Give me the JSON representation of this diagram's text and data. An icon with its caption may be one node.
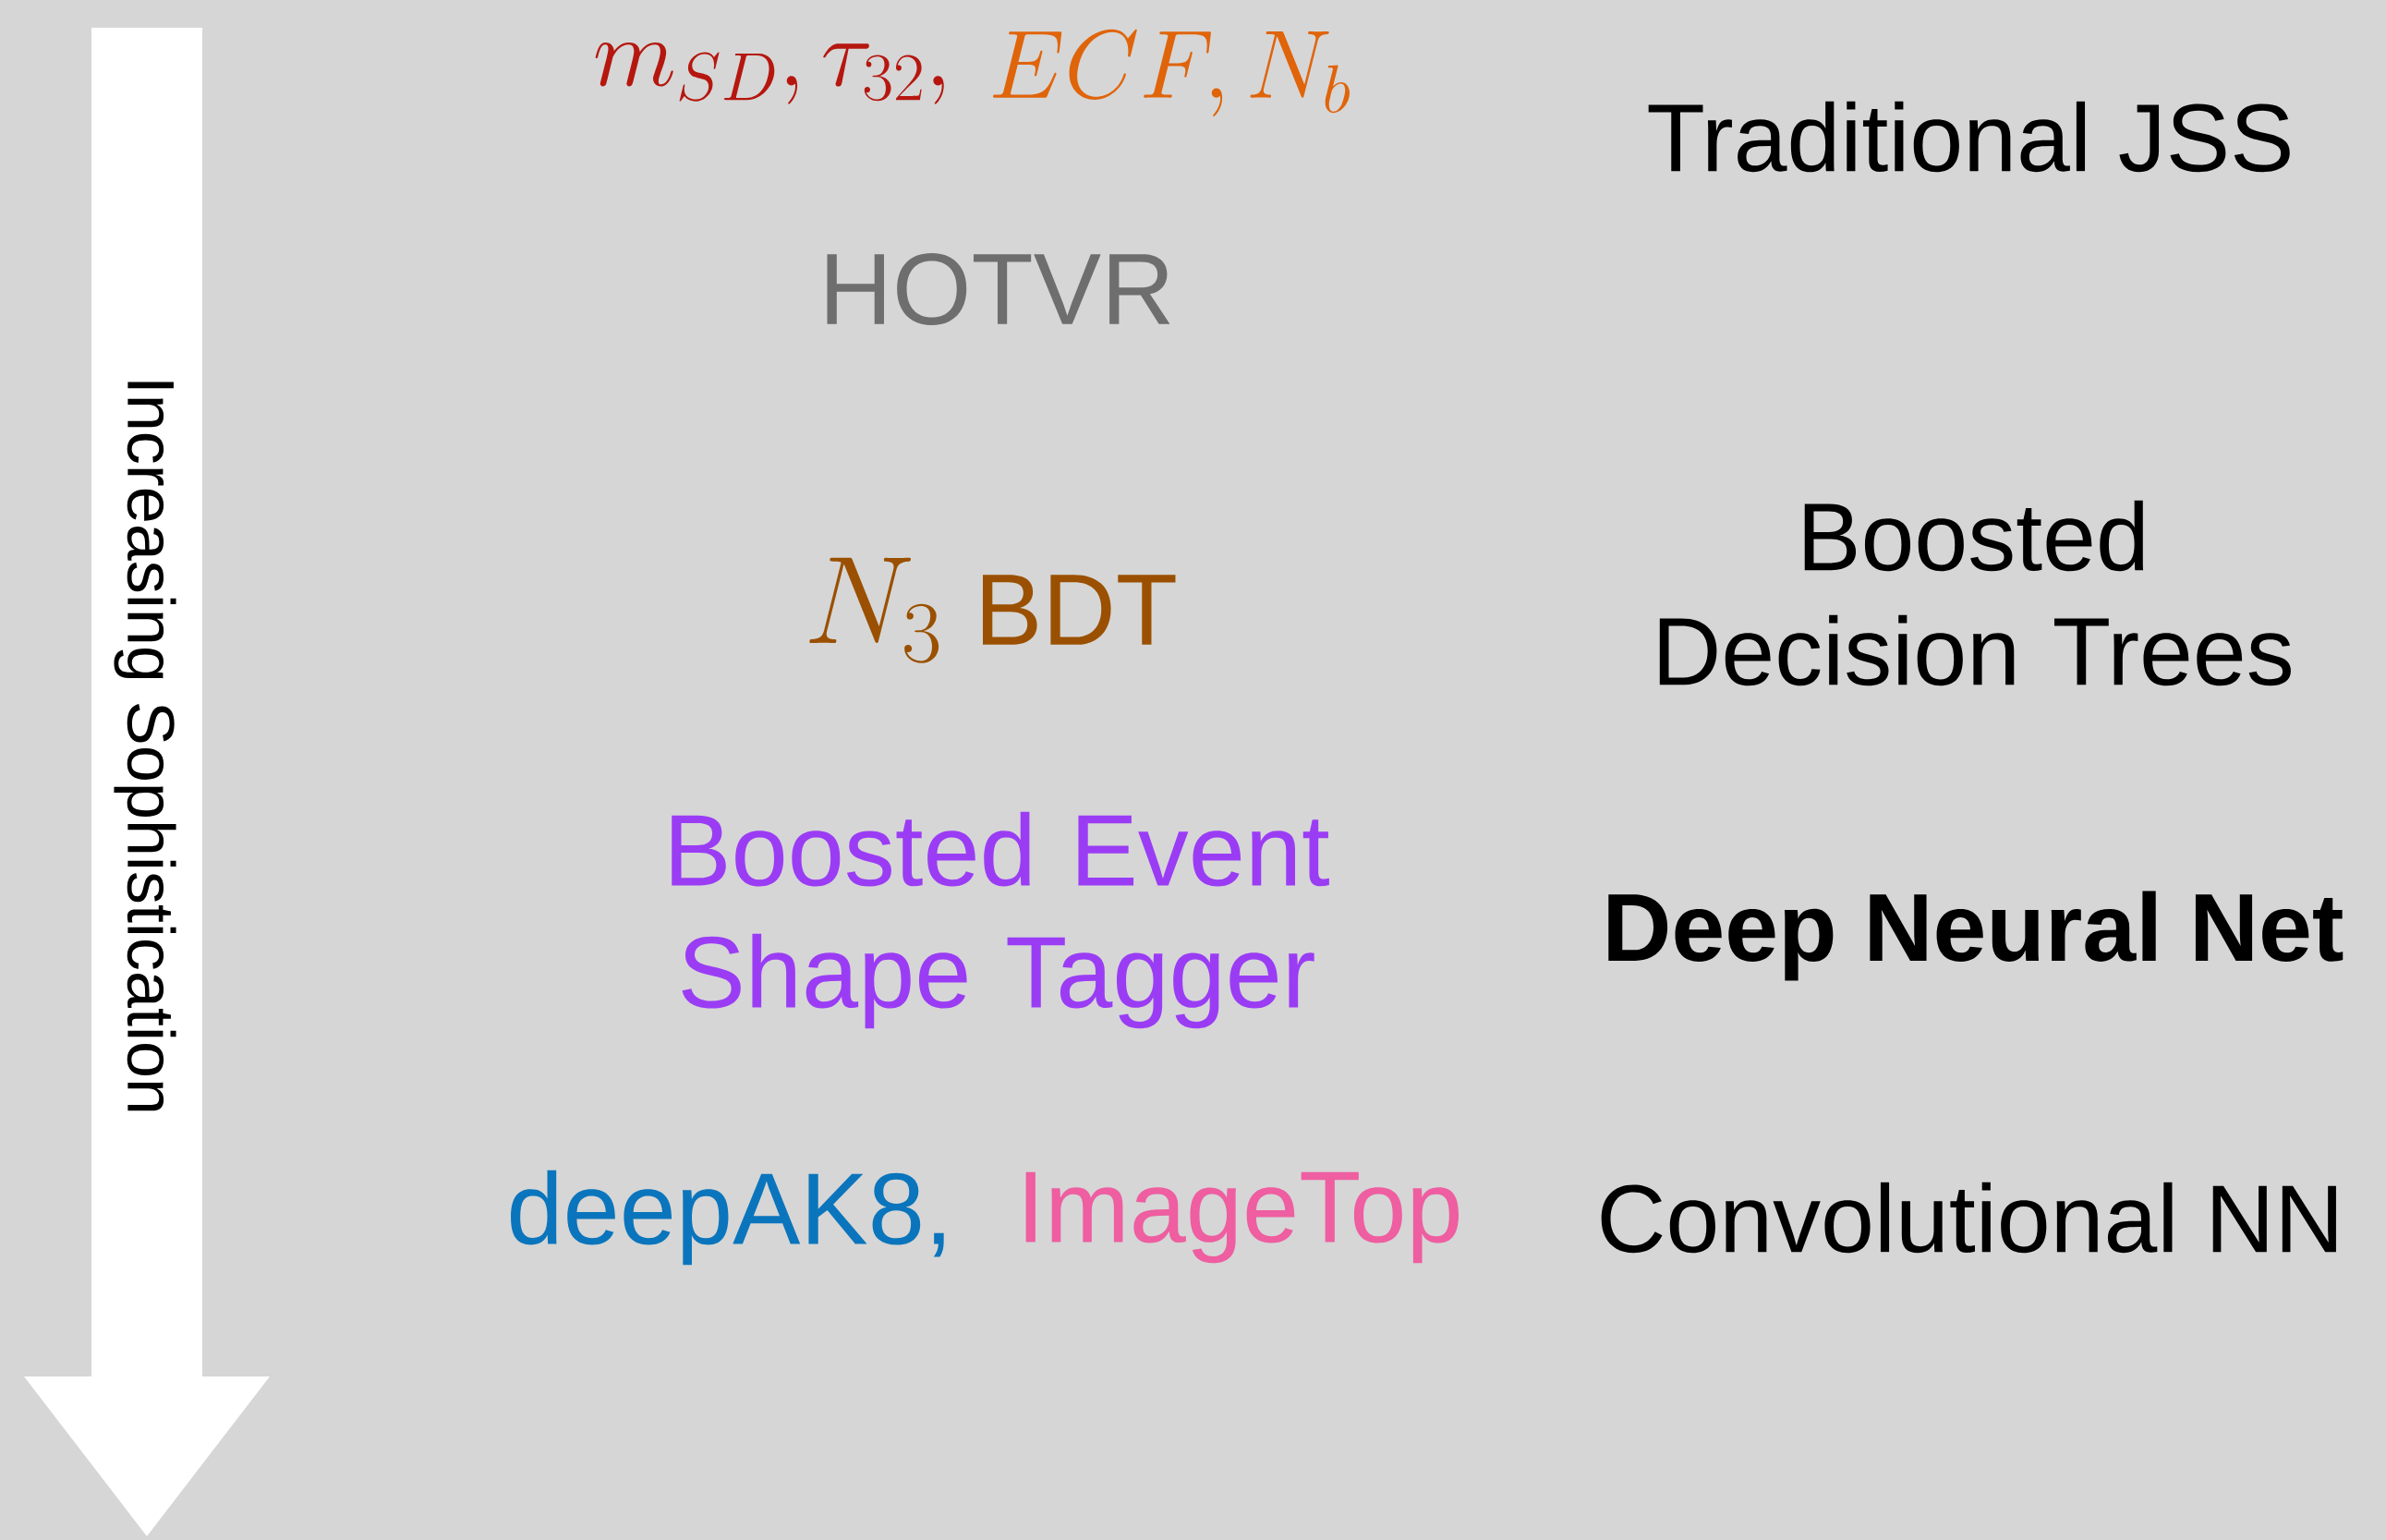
{
  "diagram": {
    "labels": [
      "Increasing Sophistication",
      "m_{SD}, \\tau_{32},",
      "ECF, N_b",
      "Traditional JSS",
      "HOTVR",
      "N_3",
      "BDT",
      "Boosted Decision Trees",
      "Boosted Event Shape Tagger",
      "Deep Neural Net",
      "deepAK8,",
      "ImageTop",
      "Convolutional NN"
    ]
  }
}
